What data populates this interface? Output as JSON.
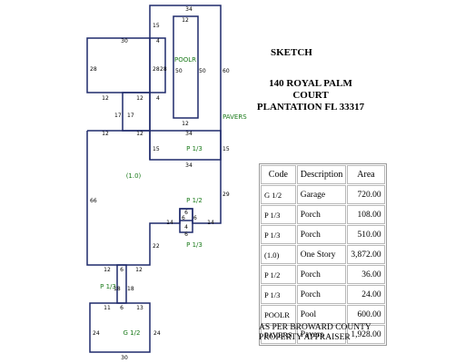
{
  "title": "SKETCH",
  "address": {
    "line1": "140 ROYAL PALM COURT",
    "line2": "PLANTATION FL 33317"
  },
  "areas": {
    "pool": "POOLR",
    "pavers": "PAVERS",
    "porch_upper": "P 1/3",
    "main": "(1.0)",
    "porch_half": "P 1/2",
    "porch_lower": "P 1/3",
    "porch_walk": "P 1/3",
    "garage": "G 1/2"
  },
  "dimensions": {
    "d34_top": "34",
    "d15_top_left": "15",
    "d12_pool_top": "12",
    "d30": "30",
    "d4_a": "4",
    "d28_left": "28",
    "d28_mid": "28",
    "d28_mid_b": "28",
    "d50_pool_l": "50",
    "d50_pool_r": "50",
    "d60": "60",
    "d12_pool_bot": "12",
    "d12_a": "12",
    "d12_b": "12",
    "d4_b": "4",
    "d17_a": "17",
    "d17_b": "17",
    "d12_c": "12",
    "d12_d": "12",
    "d34_mid": "34",
    "d15_l": "15",
    "d15_r": "15",
    "d34_low": "34",
    "d66": "66",
    "d29": "29",
    "d14_l": "14",
    "d14_r": "14",
    "d6_a": "6",
    "d6_b": "6",
    "d6_c": "6",
    "d4_c": "4",
    "d6_d": "6",
    "d22": "22",
    "d12_e": "12",
    "d6_e": "6",
    "d12_f": "12",
    "d18_a": "18",
    "d18_b": "18",
    "d11": "11",
    "d6_f": "6",
    "d13": "13",
    "d24_l": "24",
    "d24_r": "24",
    "d30_bot": "30"
  },
  "legend": {
    "headers": {
      "code": "Code",
      "description": "Description",
      "area": "Area"
    },
    "rows": [
      {
        "code": "G 1/2",
        "description": "Garage",
        "area": "720.00"
      },
      {
        "code": "P 1/3",
        "description": "Porch",
        "area": "108.00"
      },
      {
        "code": "P 1/3",
        "description": "Porch",
        "area": "510.00"
      },
      {
        "code": "(1.0)",
        "description": "One Story",
        "area": "3,872.00"
      },
      {
        "code": "P 1/2",
        "description": "Porch",
        "area": "36.00"
      },
      {
        "code": "P 1/3",
        "description": "Porch",
        "area": "24.00"
      },
      {
        "code": "POOLR",
        "description": "Pool",
        "area": "600.00"
      },
      {
        "code": "PAVERS",
        "description": "Pavers",
        "area": "1,928.00"
      }
    ]
  },
  "note": {
    "line1": "AS PER BROWARD COUNTY",
    "line2": "PROPERTY APPRAISER"
  }
}
